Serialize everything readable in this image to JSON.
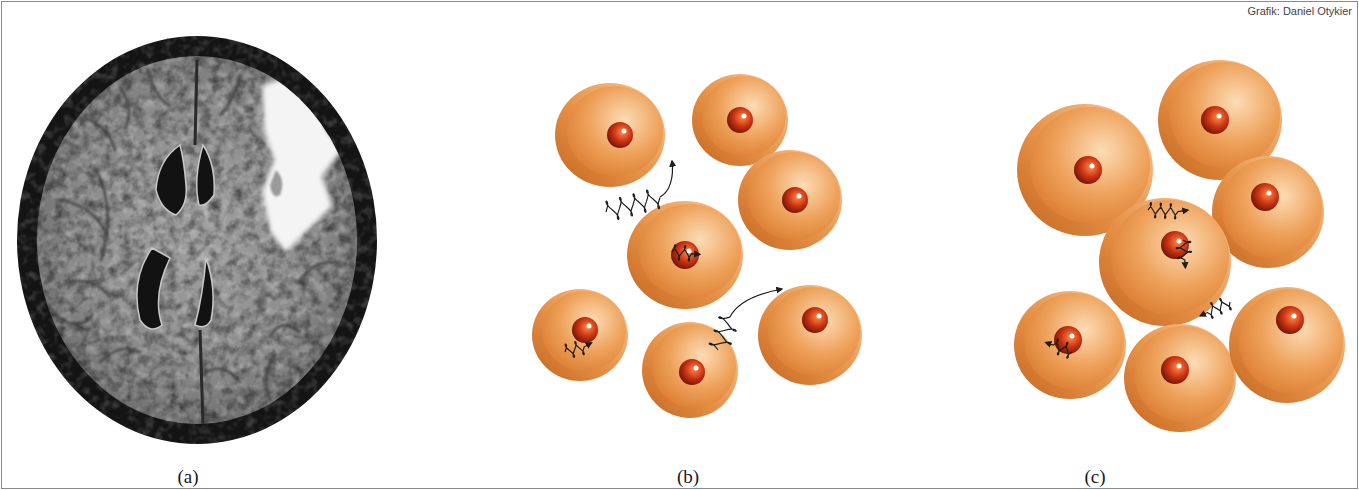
{
  "diagram": {
    "labels": [
      "Grafik: Daniel Otykier",
      "(a)",
      "(b)",
      "(c)"
    ]
  }
}
